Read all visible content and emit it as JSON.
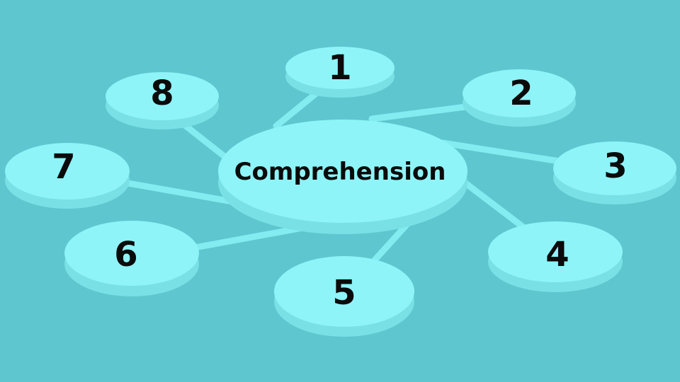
{
  "colors": {
    "background": "#5ec6cf",
    "disk_top": "#8ef4f8",
    "disk_side": "#79e0e6",
    "connector": "#82ecf1",
    "text": "#0b0b0b"
  },
  "center": {
    "label": "Comprehension"
  },
  "nodes": [
    {
      "label": "1"
    },
    {
      "label": "2"
    },
    {
      "label": "3"
    },
    {
      "label": "4"
    },
    {
      "label": "5"
    },
    {
      "label": "6"
    },
    {
      "label": "7"
    },
    {
      "label": "8"
    }
  ]
}
